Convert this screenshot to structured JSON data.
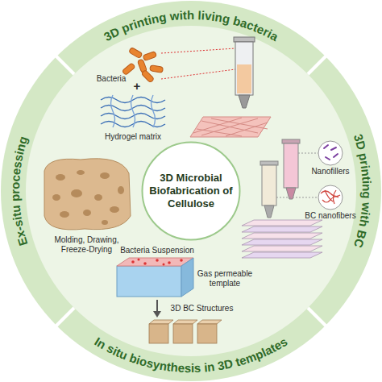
{
  "diagram": {
    "nodes": [
      {
        "text": [
          "3D Microbial Biofabrication of Cellulose"
        ]
      }
    ],
    "labels": [
      "3D printing with living bacteria",
      "3D printing with BC",
      "In situ biosynthesis in 3D templates",
      "Ex-situ processing",
      "Bacteria",
      "Hydrogel matrix",
      "Nanofillers",
      "BC nanofibers",
      "Bacteria Suspension",
      "Gas permeable template",
      "3D BC Structures",
      "Molding, Drawing, Freeze-Drying",
      "+"
    ]
  }
}
